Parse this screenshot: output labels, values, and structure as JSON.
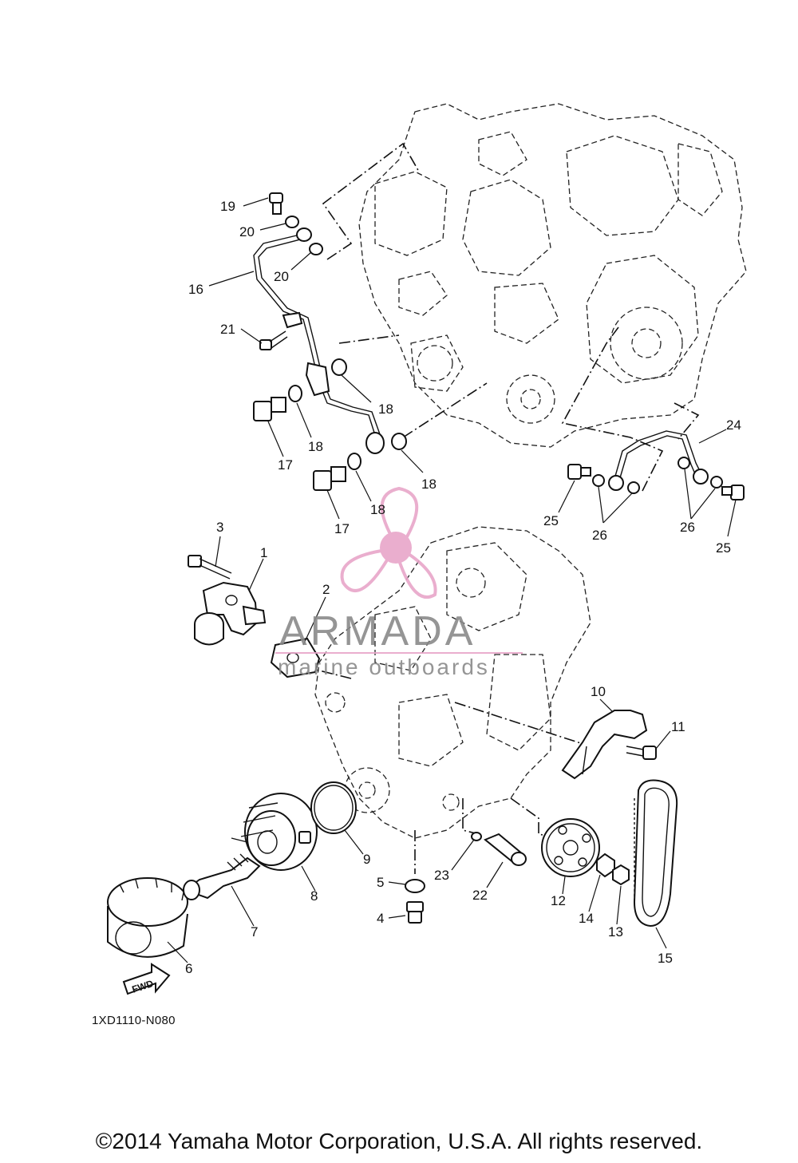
{
  "diagram": {
    "drawing_code": "1XD1110-N080",
    "copyright": "©2014 Yamaha Motor Corporation, U.S.A. All rights reserved.",
    "fwd_label": "FWD",
    "callouts": {
      "c1": "1",
      "c2": "2",
      "c3": "3",
      "c4": "4",
      "c5": "5",
      "c6": "6",
      "c7": "7",
      "c8": "8",
      "c9": "9",
      "c10": "10",
      "c11": "11",
      "c12": "12",
      "c13": "13",
      "c14": "14",
      "c15": "15",
      "c16": "16",
      "c17a": "17",
      "c17b": "17",
      "c18a": "18",
      "c18b": "18",
      "c18c": "18",
      "c18d": "18",
      "c19": "19",
      "c20a": "20",
      "c20b": "20",
      "c21": "21",
      "c22": "22",
      "c23": "23",
      "c24": "24",
      "c25a": "25",
      "c25b": "25",
      "c26a": "26",
      "c26b": "26"
    }
  },
  "watermark": {
    "brand": "ARMADA",
    "tagline": "marine outboards",
    "color": "#e8a6c9",
    "text_color": "#8a8a8a"
  }
}
